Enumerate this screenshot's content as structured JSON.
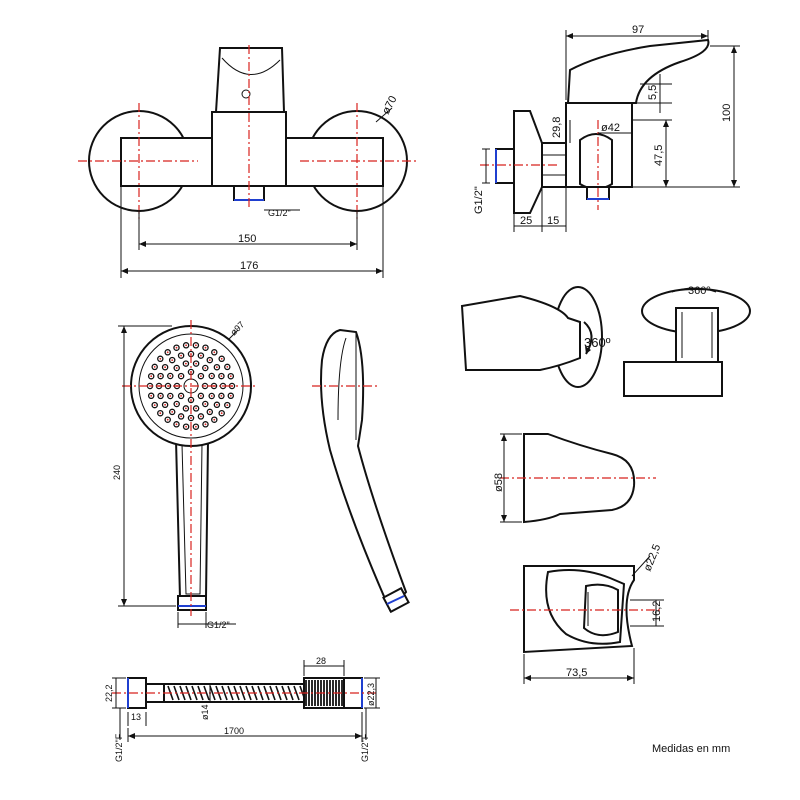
{
  "mixer_front": {
    "dim_width_150": "150",
    "dim_width_176": "176",
    "dim_flange_diameter": "ø70",
    "dim_outlet_thread": "G1/2\""
  },
  "mixer_side": {
    "dim_length_97": "97",
    "dim_height_100": "100",
    "dim_5_5": "5,5",
    "dim_29_8": "29,8",
    "dim_diameter_42": "ø42",
    "dim_47_5": "47,5",
    "dim_inlet_thread": "G1/2\"",
    "dim_25": "25",
    "dim_15": "15"
  },
  "swivel_support": {
    "rotation_side": "360º",
    "rotation_top": "360º"
  },
  "hand_shower": {
    "dim_head_diameter": "ø97",
    "dim_length": "240",
    "dim_thread": "G1/2\""
  },
  "wall_holder": {
    "dim_diameter_58": "ø58",
    "dim_diameter_22_5": "ø22,5",
    "dim_16_2": "16,2",
    "dim_73_5": "73,5"
  },
  "hose": {
    "dim_28": "28",
    "dim_22_2": "22,2",
    "dim_22_3": "ø22,3",
    "dim_13": "13",
    "dim_14": "ø14",
    "dim_length": "1700",
    "dim_thread_left": "G1/2\"F",
    "dim_thread_right": "G1/2\"F"
  },
  "footnote": "Medidas en mm"
}
